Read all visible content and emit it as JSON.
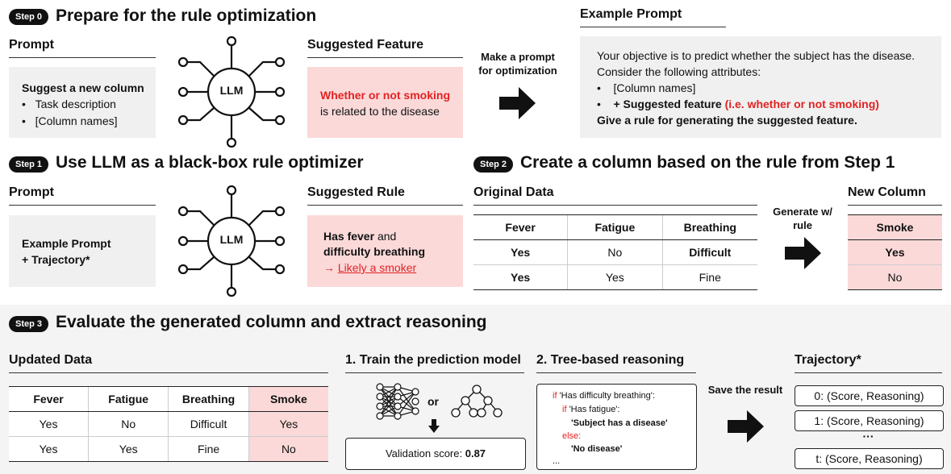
{
  "step0": {
    "badge": "Step 0",
    "title": "Prepare for the rule optimization",
    "prompt_header": "Prompt",
    "prompt_line1": "Suggest a new column",
    "prompt_bullets": [
      "Task description",
      "[Column names]"
    ],
    "llm_label": "LLM",
    "feature_header": "Suggested Feature",
    "feature_red": "Whether or not smoking",
    "feature_rest": "is related to the disease",
    "arrow_label": "Make a prompt for optimization",
    "example_header": "Example Prompt",
    "example_line1": "Your objective is to predict whether the subject has the disease.",
    "example_line2": "Consider the following attributes:",
    "example_bullet1": "[Column names]",
    "example_bullet2_bold": "+ Suggested feature",
    "example_bullet2_red": "(i.e. whether or not smoking)",
    "example_line3": "Give a rule for generating the suggested feature."
  },
  "step1": {
    "badge": "Step 1",
    "title": "Use LLM as a black-box rule optimizer",
    "prompt_header": "Prompt",
    "prompt_line1": "Example Prompt",
    "prompt_line2": "+ Trajectory*",
    "llm_label": "LLM",
    "rule_header": "Suggested Rule",
    "rule_bold1": "Has fever",
    "rule_and": "and",
    "rule_bold2": "difficulty breathing",
    "rule_arrow": "→",
    "rule_link": "Likely a smoker"
  },
  "step2": {
    "badge": "Step 2",
    "title": "Create a column based on the rule from Step 1",
    "orig_header": "Original Data",
    "columns": [
      "Fever",
      "Fatigue",
      "Breathing"
    ],
    "rows": [
      [
        "Yes",
        "No",
        "Difficult"
      ],
      [
        "Yes",
        "Yes",
        "Fine"
      ]
    ],
    "arrow_label": "Generate w/ rule",
    "new_header": "New Column",
    "new_col": "Smoke",
    "new_values": [
      "Yes",
      "No"
    ]
  },
  "step3": {
    "badge": "Step 3",
    "title": "Evaluate the generated column and extract reasoning",
    "updated_header": "Updated Data",
    "columns": [
      "Fever",
      "Fatigue",
      "Breathing",
      "Smoke"
    ],
    "rows": [
      [
        "Yes",
        "No",
        "Difficult",
        "Yes"
      ],
      [
        "Yes",
        "Yes",
        "Fine",
        "No"
      ]
    ],
    "train_header": "1. Train the prediction model",
    "or_label": "or",
    "val_label": "Validation score:",
    "val_score": "0.87",
    "tree_header": "2. Tree-based reasoning",
    "code": {
      "if1": "if",
      "cond1": "'Has difficulty breathing':",
      "if2": "if",
      "cond2": "'Has fatigue':",
      "res1": "'Subject has a disease'",
      "else": "else:",
      "res2": "'No disease'",
      "ellipsis": "..."
    },
    "save_label": "Save the result",
    "traj_header": "Trajectory*",
    "traj_items": [
      "0: (Score, Reasoning)",
      "1: (Score, Reasoning)",
      "t: (Score, Reasoning)"
    ],
    "traj_dots": "···"
  }
}
